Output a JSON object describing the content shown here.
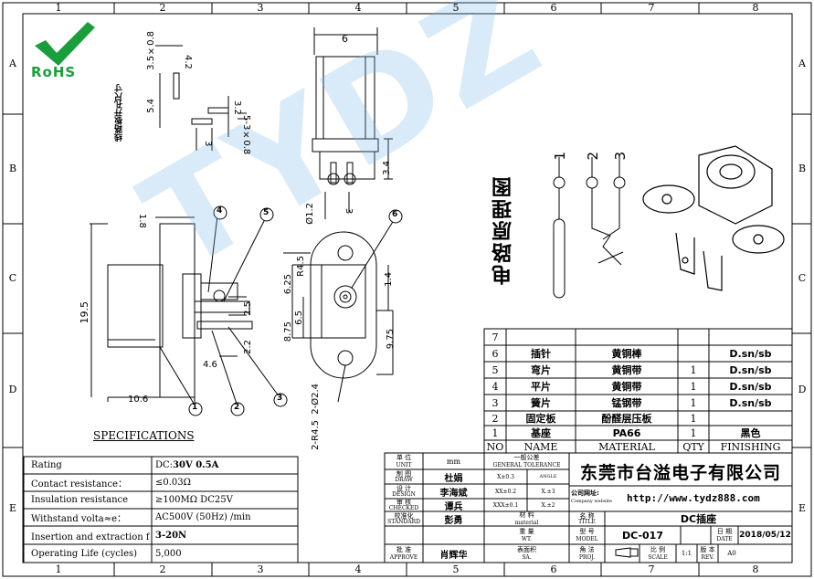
{
  "zones": {
    "columns": [
      "1",
      "2",
      "3",
      "4",
      "5",
      "6",
      "7",
      "8"
    ],
    "rows": [
      "A",
      "B",
      "C",
      "D",
      "E"
    ]
  },
  "logo": {
    "text": "RoHS",
    "color": "#1a9e3c"
  },
  "watermark": "TYDZ",
  "notes": {
    "pcb_label": "线路板开孔尺寸",
    "circuit_title": "电路原理图"
  },
  "dims": {
    "d_35x08": "3.5×0.8",
    "d_42": "4.2",
    "d_54": "5.4",
    "d_32": "3.2",
    "d_53x08": "5-3×0.8",
    "d_3_pcb": "3",
    "d_6": "6",
    "d_34": "3.4",
    "d_12": "Ø1.2",
    "d_3_side": "3",
    "d_18": "1.8",
    "d_195": "19.5",
    "d_106": "10.6",
    "d_46": "4.6",
    "d_22": "2.2",
    "d_25": "2.5",
    "d_r45_top": "R4.5",
    "d_625": "6.25",
    "d_65": "6.5",
    "d_875": "8.75",
    "d_14": "1.4",
    "d_975": "9.75",
    "d_24": "2-Ø2.4",
    "d_r45": "2-R4.5",
    "d_bubble1": "1",
    "d_bubble2": "2",
    "d_bubble3": "3",
    "d_bubble4": "4",
    "d_bubble5": "5",
    "d_bubble6": "6",
    "pin1": "1",
    "pin2": "2",
    "pin3": "3"
  },
  "bom": {
    "headers": [
      "NO",
      "NAME",
      "MATERIAL",
      "QTY",
      "FINISHING"
    ],
    "rows": [
      {
        "no": "7",
        "name": "",
        "material": "",
        "qty": "",
        "finishing": ""
      },
      {
        "no": "6",
        "name": "插针",
        "material": "黄铜棒",
        "qty": "",
        "finishing": "D.sn/sb"
      },
      {
        "no": "5",
        "name": "弯片",
        "material": "黄铜带",
        "qty": "1",
        "finishing": "D.sn/sb"
      },
      {
        "no": "4",
        "name": "平片",
        "material": "黄铜带",
        "qty": "1",
        "finishing": "D.sn/sb"
      },
      {
        "no": "3",
        "name": "簧片",
        "material": "锰钢带",
        "qty": "1",
        "finishing": "D.sn/sb"
      },
      {
        "no": "2",
        "name": "固定板",
        "material": "酚醛层压板",
        "qty": "1",
        "finishing": ""
      },
      {
        "no": "1",
        "name": "基座",
        "material": "PA66",
        "qty": "1",
        "finishing": "黑色"
      }
    ]
  },
  "specs": {
    "title": "SPECIFICATIONS",
    "rows": [
      {
        "label": "Rating",
        "prefix": "DC:",
        "value": "30V 0.5A"
      },
      {
        "label": "Contact resistance：",
        "prefix": "",
        "value": "≤0.03Ω"
      },
      {
        "label": "Insulation resistance",
        "prefix": "",
        "value": "≥100MΩ DC25V"
      },
      {
        "label": "Withstand volta≈e：",
        "prefix": "",
        "value": "AC500V (50Hz) /min"
      },
      {
        "label": "Insertion and extraction force：",
        "prefix": "",
        "value": "3-20N"
      },
      {
        "label": "Operating Life (cycles)",
        "prefix": "",
        "value": "5,000"
      }
    ]
  },
  "titleblock": {
    "unit_label_cn": "单 位",
    "unit_label_en": "UNIT",
    "unit_value": "mm",
    "tolerance_cn": "一般公差",
    "tolerance_en": "GENERAL TOLERANCE",
    "draw_cn": "制 图",
    "draw_en": "DRAW",
    "draw_name": "杜娟",
    "design_cn": "设 计",
    "design_en": "DESIGN",
    "design_name": "李海斌",
    "checked_cn": "审 核",
    "checked_en": "CHECKED",
    "checked_name": "谭兵",
    "standard_cn": "校准化",
    "standard_en": "STANDARD",
    "standard_name": "彭勇",
    "approve_cn": "批 准",
    "approve_en": "APPROVE",
    "approve_name": "肖辉华",
    "tol1": "X±0.3",
    "tol1b": "ANGLE",
    "tol2": "XX±0.2",
    "tol2b": "X.±3",
    "tol3": "XXX±0.1",
    "tol3b": "X.±2",
    "material_cn": "材 料",
    "material_en": "material",
    "weight_cn": "重 量",
    "weight_en": "WT.",
    "surface_cn": "表面积",
    "surface_en": "SA.",
    "company": "东莞市台溢电子有限公司",
    "website_cn": "公司网址:",
    "website_en": "Company website",
    "website": "http://www.tydz888.com",
    "name_cn": "名 称",
    "name_en": "TITLE",
    "title_value": "DC插座",
    "model_cn": "型 号",
    "model_en": "MODEL",
    "model_value": "DC-017",
    "date_cn": "日 期",
    "date_en": "DATE",
    "date_value": "2018/05/12",
    "proj_cn": "角 法",
    "proj_en": "PROJ.",
    "scale_cn": "比 例",
    "scale_en": "SCALE",
    "scale_value": "1:1",
    "rev_cn": "版 本",
    "rev_en": "REV.",
    "rev_value": "A0"
  }
}
